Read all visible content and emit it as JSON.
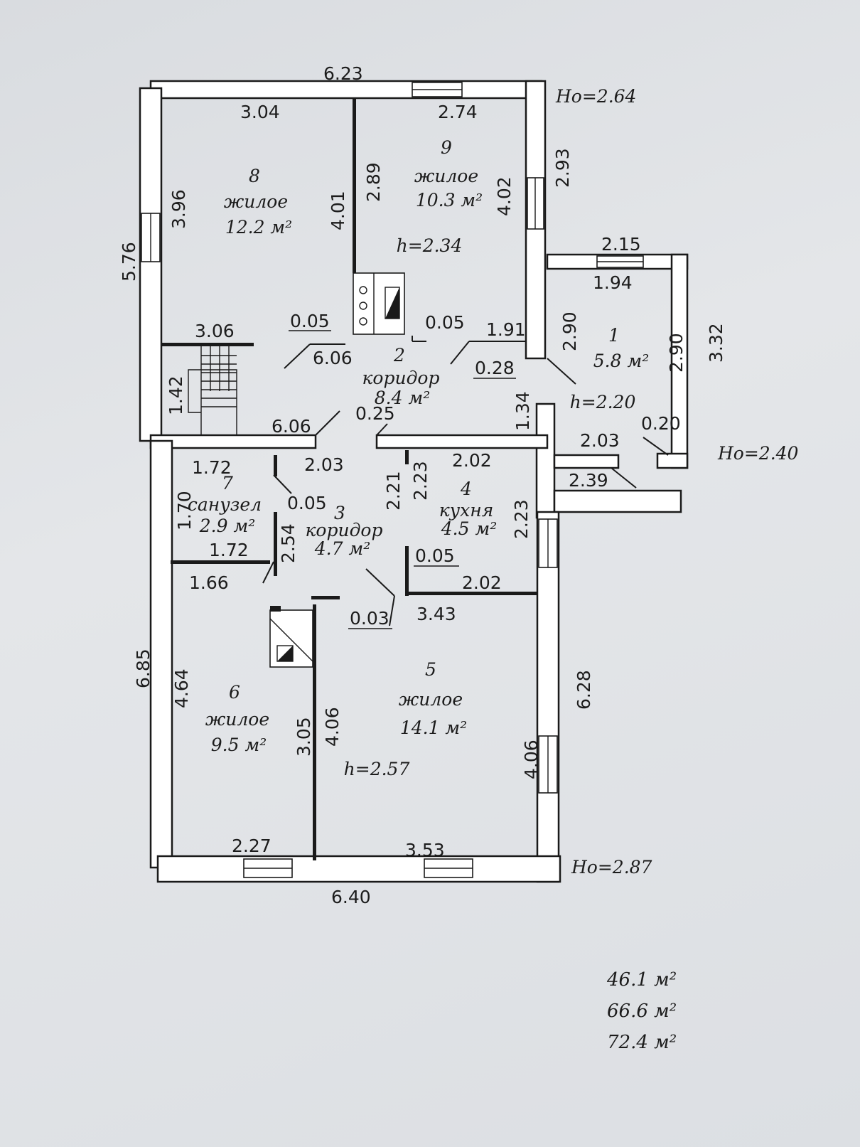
{
  "ceiling_heights": {
    "top": "Ho=2.64",
    "right": "Ho=2.40",
    "bottom": "Ho=2.87"
  },
  "rooms": [
    {
      "id": "room-1",
      "number": "1",
      "name": "",
      "area": "5.8 м²"
    },
    {
      "id": "room-2",
      "number": "2",
      "name": "коридор",
      "area": "8.4 м²"
    },
    {
      "id": "room-3",
      "number": "3",
      "name": "коридор",
      "area": "4.7 м²"
    },
    {
      "id": "room-4",
      "number": "4",
      "name": "кухня",
      "area": "4.5 м²"
    },
    {
      "id": "room-5",
      "number": "5",
      "name": "жилое",
      "area": "14.1 м²"
    },
    {
      "id": "room-6",
      "number": "6",
      "name": "жилое",
      "area": "9.5 м²"
    },
    {
      "id": "room-7",
      "number": "7",
      "name": "санузел",
      "area": "2.9 м²"
    },
    {
      "id": "room-8",
      "number": "8",
      "name": "жилое",
      "area": "12.2 м²"
    },
    {
      "id": "room-9",
      "number": "9",
      "name": "жилое",
      "area": "10.3 м²"
    }
  ],
  "room_heights": {
    "h_top": "h=2.34",
    "h_porch": "h=2.20",
    "h_bottom": "h=2.57"
  },
  "dimensions": {
    "d623": "6.23",
    "d304": "3.04",
    "d274": "2.74",
    "d293": "2.93",
    "d396": "3.96",
    "d576": "5.76",
    "d401": "4.01",
    "d289": "2.89",
    "d402": "4.02",
    "d215": "2.15",
    "d194": "1.94",
    "d290a": "2.90",
    "d290b": "2.90",
    "d332": "3.32",
    "d005a": "0.05",
    "d005b": "0.05",
    "d306": "3.06",
    "d606a": "6.06",
    "d191": "1.91",
    "d028": "0.28",
    "d142": "1.42",
    "d606b": "6.06",
    "d025": "0.25",
    "d134": "1.34",
    "d020": "0.20",
    "d203a": "2.03",
    "d239": "2.39",
    "d172a": "1.72",
    "d203b": "2.03",
    "d223a": "2.23",
    "d202a": "2.02",
    "d221": "2.21",
    "d170": "1.70",
    "d005c": "0.05",
    "d223b": "2.23",
    "d172b": "1.72",
    "d254": "2.54",
    "d005d": "0.05",
    "d166": "1.66",
    "d202b": "2.02",
    "d003": "0.03",
    "d343": "3.43",
    "d685": "6.85",
    "d464": "4.64",
    "d628": "6.28",
    "d305": "3.05",
    "d406a": "4.06",
    "d406b": "4.06",
    "d227": "2.27",
    "d353": "3.53",
    "d640": "6.40"
  },
  "totals": [
    "46.1 м²",
    "66.6 м²",
    "72.4 м²"
  ]
}
